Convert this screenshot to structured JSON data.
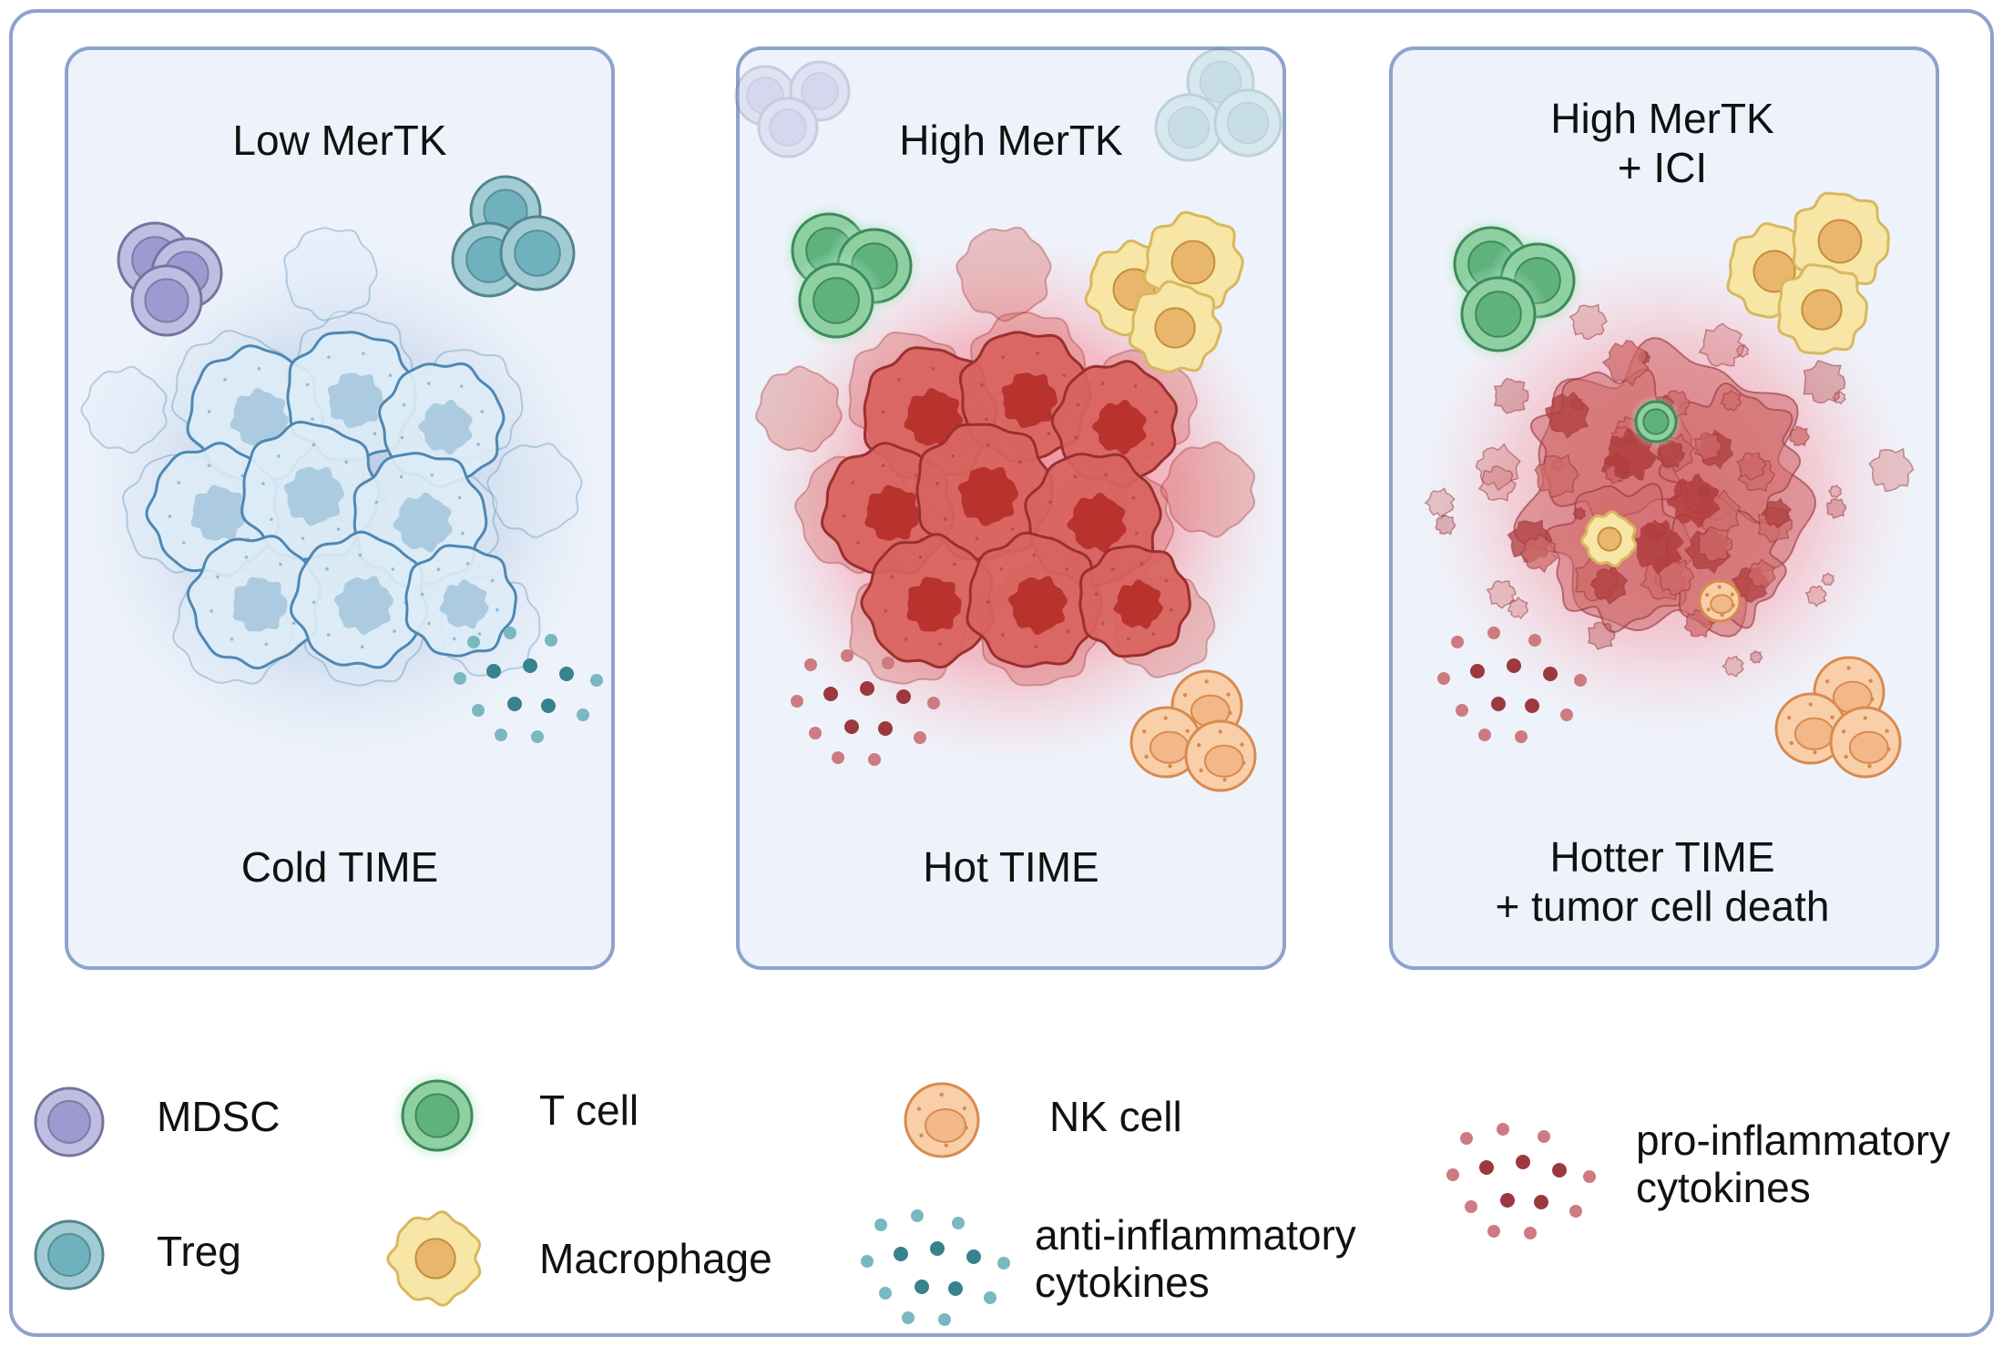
{
  "panels": [
    {
      "title_lines": [
        "Low MerTK"
      ],
      "caption_lines": [
        "Cold TIME"
      ],
      "glow": "#9db7d8",
      "fill": "#dcecf5",
      "edge": "#4f87b3",
      "nucleus": "#a9c9de",
      "dying": false
    },
    {
      "title_lines": [
        "High MerTK"
      ],
      "caption_lines": [
        "Hot TIME"
      ],
      "glow": "#f27d8c",
      "fill": "#d8635e",
      "edge": "#9b2f2f",
      "nucleus": "#b72f2b",
      "dying": false
    },
    {
      "title_lines": [
        "High MerTK",
        "+ ICI"
      ],
      "caption_lines": [
        "Hotter TIME",
        "+ tumor cell death"
      ],
      "glow": "#f27d8c",
      "fill": "#cf6a6a",
      "edge": "#93363a",
      "nucleus": "#b03c3c",
      "dying": true
    }
  ],
  "legend": [
    {
      "label_lines": [
        "MDSC"
      ],
      "icon": "mdsc-cell-icon"
    },
    {
      "label_lines": [
        "Treg"
      ],
      "icon": "treg-cell-icon"
    },
    {
      "label_lines": [
        "T cell"
      ],
      "icon": "t-cell-icon"
    },
    {
      "label_lines": [
        "Macrophage"
      ],
      "icon": "macrophage-icon"
    },
    {
      "label_lines": [
        "NK cell"
      ],
      "icon": "nk-cell-icon"
    },
    {
      "label_lines": [
        "anti-inflammatory",
        "cytokines"
      ],
      "icon": "anti-inflammatory-cytokines-icon"
    },
    {
      "label_lines": [
        "pro-inflammatory",
        "cytokines"
      ],
      "icon": "pro-inflammatory-cytokines-icon"
    }
  ],
  "colors": {
    "frame": "#8ea3cc",
    "panel_bg": "#eef3fb",
    "mdsc": "#9d9ad2",
    "treg": "#6fb1bd",
    "tcell": "#5fb27e",
    "macrophage": "#f7e6a6",
    "nk": "#f3b889",
    "anti_cytokine": "#3f9aa6",
    "pro_cytokine": "#b8434a"
  }
}
